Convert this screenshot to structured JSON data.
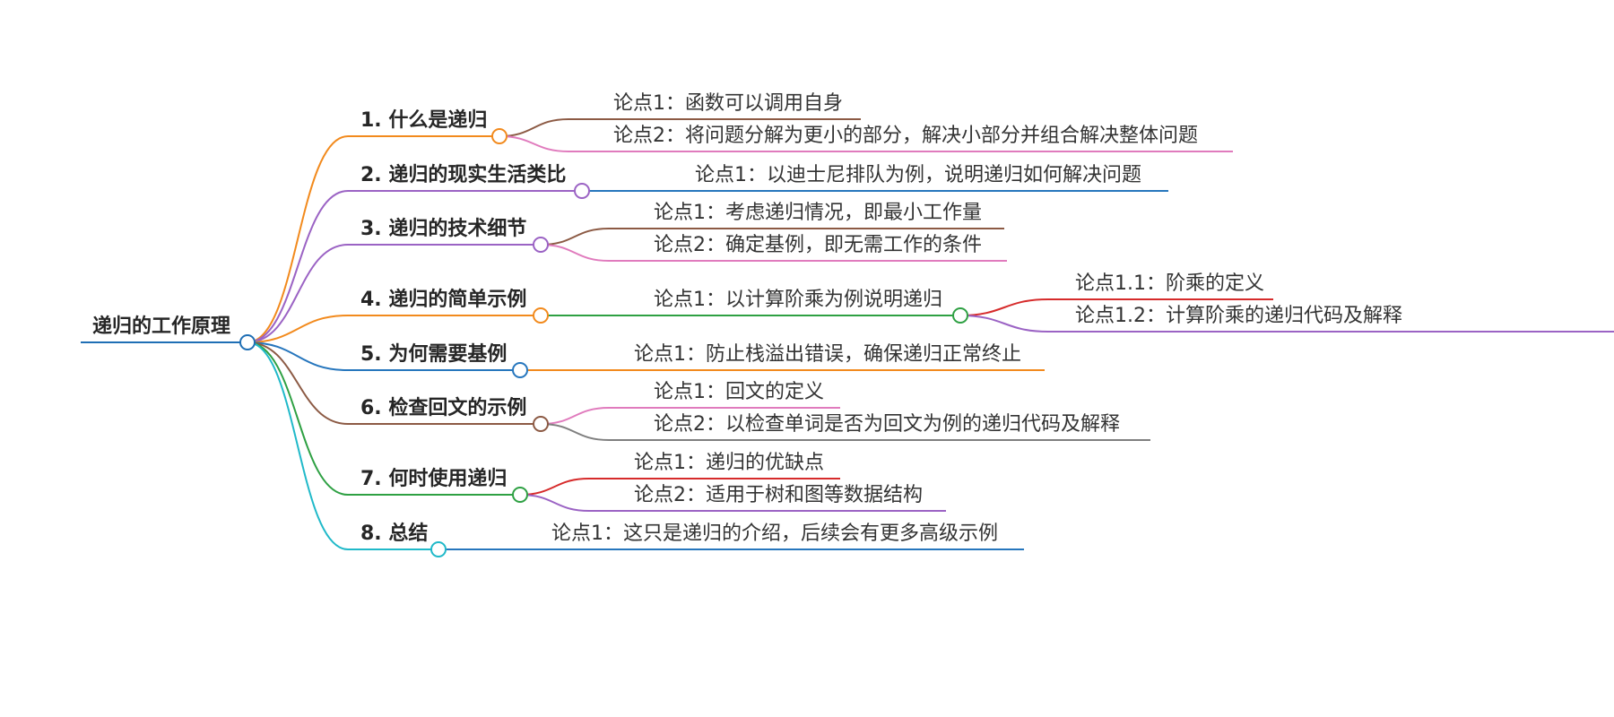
{
  "root": {
    "label": "递归的工作原理",
    "color": "#1f6fb5"
  },
  "branches": [
    {
      "label": "1. 什么是递归",
      "color": "#f28a1d",
      "children": [
        {
          "label": "论点1：函数可以调用自身",
          "color": "#8c5a44"
        },
        {
          "label": "论点2：将问题分解为更小的部分，解决小部分并组合解决整体问题",
          "color": "#e07bbd"
        }
      ]
    },
    {
      "label": "2. 递归的现实生活类比",
      "color": "#9b63c4",
      "children": [
        {
          "label": "论点1：以迪士尼排队为例，说明递归如何解决问题",
          "color": "#2676bd"
        }
      ]
    },
    {
      "label": "3. 递归的技术细节",
      "color": "#9b63c4",
      "children": [
        {
          "label": "论点1：考虑递归情况，即最小工作量",
          "color": "#8c5a44"
        },
        {
          "label": "论点2：确定基例，即无需工作的条件",
          "color": "#e07bbd"
        }
      ]
    },
    {
      "label": "4. 递归的简单示例",
      "color": "#f28a1d",
      "children": [
        {
          "label": "论点1：以计算阶乘为例说明递归",
          "color": "#2ea043",
          "children": [
            {
              "label": "论点1.1：阶乘的定义",
              "color": "#d62b2b"
            },
            {
              "label": "论点1.2：计算阶乘的递归代码及解释",
              "color": "#9b63c4"
            }
          ]
        }
      ]
    },
    {
      "label": "5. 为何需要基例",
      "color": "#2676bd",
      "children": [
        {
          "label": "论点1：防止栈溢出错误，确保递归正常终止",
          "color": "#f28a1d"
        }
      ]
    },
    {
      "label": "6. 检查回文的示例",
      "color": "#8c5a44",
      "children": [
        {
          "label": "论点1：回文的定义",
          "color": "#e07bbd"
        },
        {
          "label": "论点2：以检查单词是否为回文为例的递归代码及解释",
          "color": "#7f7f7f"
        }
      ]
    },
    {
      "label": "7. 何时使用递归",
      "color": "#2ea043",
      "children": [
        {
          "label": "论点1：递归的优缺点",
          "color": "#d62b2b"
        },
        {
          "label": "论点2：适用于树和图等数据结构",
          "color": "#9b63c4"
        }
      ]
    },
    {
      "label": "8. 总结",
      "color": "#20b9c9",
      "children": [
        {
          "label": "论点1：这只是递归的介绍，后续会有更多高级示例",
          "color": "#2676bd"
        }
      ]
    }
  ]
}
